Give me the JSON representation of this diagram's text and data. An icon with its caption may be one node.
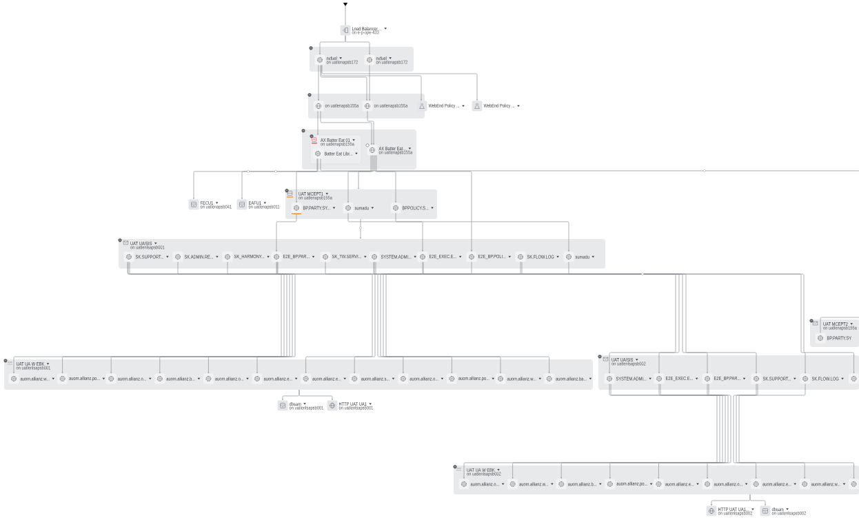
{
  "diagram": {
    "nodes": [
      {
        "text": [
          "Load Balancer ...",
          "on e-p-ope-433"
        ]
      },
      {
        "text": [],
        "shape": "box"
      },
      {
        "text": [
          "nxfuel",
          "on uatlenapsb172"
        ],
        "in": 1
      },
      {
        "text": [
          "nxfuel",
          "on uatlenapsb172"
        ],
        "in": 1
      },
      {
        "text": [],
        "shape": "box"
      },
      {
        "text": [
          "on uatlenapsb155a"
        ],
        "in": 4
      },
      {
        "text": [
          "on uatlenapsb155a"
        ],
        "in": 4
      },
      {
        "text": [
          "WebEnd Policy ..."
        ]
      },
      {
        "text": [
          "WebEnd Policy ..."
        ]
      },
      {
        "text": [],
        "shape": "box"
      },
      {
        "text": [
          "AX Batter Eat 01",
          "on uatlenapsb155a"
        ],
        "in": 9
      },
      {
        "text": [
          "Batter Eat Libr..."
        ],
        "in": 10
      },
      {
        "text": [
          "AX Batter Eat...",
          "on uatlenapsb155a"
        ],
        "in": 9
      },
      {
        "text": [
          "FECU1",
          "on uatlenapsb041"
        ]
      },
      {
        "text": [
          "EAFU1",
          "on uatlenapsb011"
        ]
      },
      {
        "text": [
          "UAT MCEPT1",
          "on uatlenapsb155a"
        ]
      },
      {
        "text": [
          "BP.PARTY.SY..."
        ],
        "in": 15
      },
      {
        "text": [
          "sumadu"
        ],
        "in": 15
      },
      {
        "text": [
          "BPPOLICY.S..."
        ],
        "in": 15
      },
      {
        "text": [
          "UAT UA/SIS",
          "on uatlenlsapsb001"
        ]
      },
      {
        "text": [
          "SK.SUPPORT..."
        ],
        "in": 19
      },
      {
        "text": [
          "SK.ADMIN.RE..."
        ],
        "in": 19
      },
      {
        "text": [
          "SK_HARMONY..."
        ],
        "in": 19
      },
      {
        "text": [
          "E2E_BP.PAR..."
        ],
        "in": 19
      },
      {
        "text": [
          "SK_TW.SERVI..."
        ],
        "in": 19
      },
      {
        "text": [
          "SYSTEM.ADMI..."
        ],
        "in": 19
      },
      {
        "text": [
          "E2E_EXEC.E..."
        ],
        "in": 19
      },
      {
        "text": [
          "E2E_BP.POLI..."
        ],
        "in": 19
      },
      {
        "text": [
          "SK.FLOW.LOG"
        ],
        "in": 19
      },
      {
        "text": [
          "sumadu"
        ],
        "in": 19
      },
      {
        "text": [
          "UAT UA W EBK",
          "on uatlenlsapsb001"
        ]
      },
      {
        "text": [
          "auom.allianz.w..."
        ],
        "in": 30
      },
      {
        "text": [
          "auom.allianz.po..."
        ],
        "in": 30
      },
      {
        "text": [
          "auom.allianz.o..."
        ],
        "in": 30
      },
      {
        "text": [
          "auom.allianz.b..."
        ],
        "in": 30
      },
      {
        "text": [
          "auom.allianz.o..."
        ],
        "in": 30
      },
      {
        "text": [
          "auom.allianz.e..."
        ],
        "in": 30
      },
      {
        "text": [
          "auom.allianz.e..."
        ],
        "in": 30
      },
      {
        "text": [
          "auom.allianz.s..."
        ],
        "in": 30
      },
      {
        "text": [
          "auom.allianz.o..."
        ],
        "in": 30
      },
      {
        "text": [
          "auom.allianz.po..."
        ],
        "in": 30
      },
      {
        "text": [
          "auom.allianz.w..."
        ],
        "in": 30
      },
      {
        "text": [
          "auom.allianz.ba..."
        ],
        "in": 30
      },
      {
        "text": [
          "dbsam",
          "on uatlenlsapsb001"
        ]
      },
      {
        "text": [
          "HTTP UAT UA1",
          "on uatlenlsapsb001"
        ]
      },
      {
        "text": [
          "UAT MCEPT2",
          "on uatlenapsb155a"
        ]
      },
      {
        "text": [
          "BP.PARTY.SY"
        ],
        "in": 45
      },
      {
        "text": [
          "UAT UA/SIS",
          "on uatlenlsapsb002"
        ]
      },
      {
        "text": [
          "SYSTEM.ADMI..."
        ],
        "in": 47
      },
      {
        "text": [
          "E2E_EXEC.E..."
        ],
        "in": 47
      },
      {
        "text": [
          "E2E_BP.PAR..."
        ],
        "in": 47
      },
      {
        "text": [
          "SK.SUPPORT..."
        ],
        "in": 47
      },
      {
        "text": [
          "SK.FLOW.LOG"
        ],
        "in": 47
      },
      {
        "text": [],
        "shape": "box",
        "in": 47
      },
      {
        "text": [
          "UAT UA W EBK",
          "on uatlenlsapsb002"
        ]
      },
      {
        "text": [
          "auom.allianz.o..."
        ],
        "in": 54
      },
      {
        "text": [
          "auom.allianz.w..."
        ],
        "in": 54
      },
      {
        "text": [
          "auom.allianz.b..."
        ],
        "in": 54
      },
      {
        "text": [
          "auom.allianz.po..."
        ],
        "in": 54
      },
      {
        "text": [
          "auom.allianz.e..."
        ],
        "in": 54
      },
      {
        "text": [
          "auom.allianz.o..."
        ],
        "in": 54
      },
      {
        "text": [
          "auom.allianz.e..."
        ],
        "in": 54
      },
      {
        "text": [
          "auom.allianz.w..."
        ],
        "in": 54
      },
      {
        "text": [],
        "shape": "box",
        "in": 54
      },
      {
        "text": [
          "HTTP UAT UA1...",
          "on uatlenlsapsb002"
        ]
      },
      {
        "text": [
          "dbsam",
          "on uatlenlsapsb002"
        ]
      }
    ],
    "edges": [
      {
        "from": null,
        "to": 0,
        "arrow": "to"
      },
      {
        "from": 0,
        "to": 2,
        "arrow": "to"
      },
      {
        "from": 0,
        "to": 3,
        "arrow": "to"
      },
      {
        "from": 2,
        "to": 5,
        "arrow": "to"
      },
      {
        "from": 2,
        "to": 6,
        "arrow": "to"
      },
      {
        "from": 2,
        "to": 7,
        "arrow": "to"
      },
      {
        "from": 2,
        "to": 8,
        "arrow": "to"
      },
      {
        "from": 3,
        "to": 6,
        "arrow": "to"
      },
      {
        "from": 5,
        "to": 10,
        "arrow": "to"
      },
      {
        "from": 5,
        "to": 12,
        "arrow": "to"
      },
      {
        "from": 6,
        "to": 12,
        "arrow": "to"
      },
      {
        "from": 11,
        "to": 13,
        "arrow": "to"
      },
      {
        "from": 11,
        "to": 14,
        "arrow": "to"
      },
      {
        "from": 12,
        "to": 16,
        "arrow": "to"
      },
      {
        "from": 12,
        "to": 17,
        "arrow": "to"
      },
      {
        "from": 12,
        "to": 15,
        "arrow": "to"
      },
      {
        "from": 12,
        "to": 18,
        "arrow": "to"
      },
      {
        "from": 12,
        "to": 27,
        "arrow": "to"
      },
      {
        "from": 11,
        "to": null,
        "arrow": "none"
      },
      {
        "from": 16,
        "to": 23,
        "arrow": "to"
      },
      {
        "from": 15,
        "to": 19,
        "arrow": "to"
      },
      {
        "from": 18,
        "to": 26,
        "arrow": "to"
      },
      {
        "from": 17,
        "to": 29,
        "arrow": "to"
      },
      {
        "from": 20,
        "to": 31,
        "arrow": "to"
      },
      {
        "from": 20,
        "to": 32,
        "arrow": "to"
      },
      {
        "from": 21,
        "to": 33,
        "arrow": "to"
      },
      {
        "from": 22,
        "to": 34,
        "arrow": "to"
      },
      {
        "from": 23,
        "to": 35,
        "arrow": "to"
      },
      {
        "from": 23,
        "to": 36,
        "arrow": "to"
      },
      {
        "from": 24,
        "to": 37,
        "arrow": "to"
      },
      {
        "from": 25,
        "to": 38,
        "arrow": "to"
      },
      {
        "from": 25,
        "to": 39,
        "arrow": "to"
      },
      {
        "from": 26,
        "to": 40,
        "arrow": "to"
      },
      {
        "from": 27,
        "to": 41,
        "arrow": "to"
      },
      {
        "from": 28,
        "to": 42,
        "arrow": "to"
      },
      {
        "from": 30,
        "to": 43,
        "arrow": "to"
      },
      {
        "from": 30,
        "to": 44,
        "arrow": "to"
      },
      {
        "from": 25,
        "to": 48,
        "arrow": "to"
      },
      {
        "from": 26,
        "to": 49,
        "arrow": "to"
      },
      {
        "from": 23,
        "to": 50,
        "arrow": "to"
      },
      {
        "from": 20,
        "to": 51,
        "arrow": "to"
      },
      {
        "from": 28,
        "to": 52,
        "arrow": "to"
      },
      {
        "from": 29,
        "to": 53,
        "arrow": "to"
      },
      {
        "from": null,
        "to": 46,
        "arrow": "none"
      },
      {
        "from": 48,
        "to": 55,
        "arrow": "to"
      },
      {
        "from": 48,
        "to": 56,
        "arrow": "to"
      },
      {
        "from": 49,
        "to": 57,
        "arrow": "to"
      },
      {
        "from": 49,
        "to": 58,
        "arrow": "to"
      },
      {
        "from": 50,
        "to": 59,
        "arrow": "to"
      },
      {
        "from": 50,
        "to": 60,
        "arrow": "to"
      },
      {
        "from": 51,
        "to": 61,
        "arrow": "to"
      },
      {
        "from": 51,
        "to": 62,
        "arrow": "to"
      },
      {
        "from": 52,
        "to": 63,
        "arrow": "to"
      },
      {
        "from": 54,
        "to": 64,
        "arrow": "to"
      },
      {
        "from": 54,
        "to": 65,
        "arrow": "to"
      }
    ]
  }
}
